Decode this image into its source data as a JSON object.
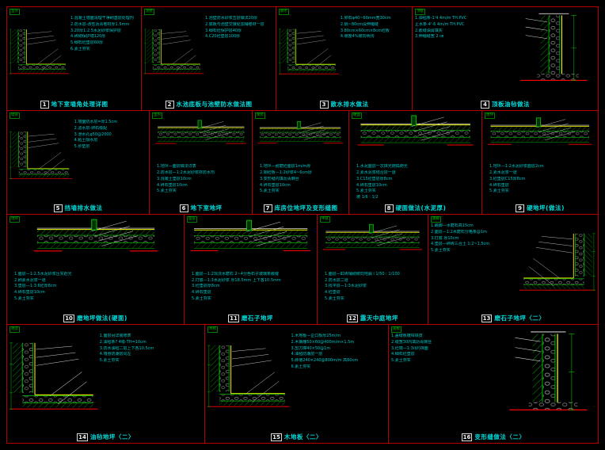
{
  "drawing": {
    "rows": [
      {
        "panels": [
          {
            "num": "1",
            "title": "地下室墙角处理详图",
            "tag": "室外",
            "notes": [
              "1.混凝土墙面清理干净刷基层处理剂",
              "2.防水层-改性沥青卷材厚1.5mm",
              "3.20厚1:2.5水泥砂浆保护层",
              "4.砖砌保护墙120厚",
              "5.细石砼垫层60厚",
              "6.素土夯实"
            ]
          },
          {
            "num": "2",
            "title": "水池底板与池壁防水做法图",
            "tag": "池壁",
            "notes": [
              "1.池壁防水砂浆五层做法20厚",
              "2.底板与池壁交接处加铺卷材一层",
              "3.细石砼保护层40厚",
              "4.C20砼垫层100厚"
            ]
          },
          {
            "num": "3",
            "title": "散水排水做法",
            "tag": "散水",
            "notes": [
              "1.卵石φ40~60mm宽30cm",
              "2.隔~80cm设伸缩缝",
              "3.80cm×60cm×8cm砼板",
              "4.坡度4%坡向明沟"
            ]
          },
          {
            "num": "4",
            "title": "顶板油毡做法",
            "tag": "顶板",
            "notes": [
              "1.油毡条-1'4  4m/m TH.PVC",
              "止水条-4'-6  4m/m TH.PVC",
              "2.嵌缝油膏填实",
              "3.伸缩缝宽 2 ㎝"
            ]
          }
        ]
      },
      {
        "panels": [
          {
            "num": "5",
            "title": "挡墙排水做法",
            "tag": "墙背",
            "notes": [
              "1.墙面防水层=厚1.5cm",
              "2.滤水层-卵石级配",
              "3.泄水孔φ50@2000",
              "4.粘土隔水层",
              "5.砂垫层"
            ]
          },
          {
            "num": "6",
            "title": "地下室地坪",
            "tag": "室内",
            "notes": [
              "1.地坪—面层做法详表",
              "2.防水层—1:2水泥砂浆掺防水剂",
              "3.混凝土垫层10cm",
              "4.碎石垫层10cm",
              "5.素土夯实"
            ]
          },
          {
            "num": "7",
            "title": "库房位地坪及变形缝图",
            "tag": "库房",
            "notes": [
              "1.地坪—耐磨砼面层1m/m厚",
              "2.钢砼板—1:2砂浆4~6cm厚",
              "3.变形缝内填沥青麻丝",
              "4.碎石垫层10cm",
              "5.素土夯实"
            ]
          },
          {
            "num": "8",
            "title": "硬面做法(水泥厚)",
            "tag": "硬面",
            "notes": [
              "1.水泥面层一次抹光随捣随光",
              "2.素水泥浆结合层一道",
              "3.C15砼垫层厚8cm",
              "4.碎石垫层10cm",
              "5.素土夯实",
              "坡 1/6 : 1/2"
            ]
          },
          {
            "num": "9",
            "title": "硬地坪(做法)",
            "tag": "地坪",
            "notes": [
              "1.地坪—1:2水泥砂浆面层2cm",
              "2.素水泥浆一道",
              "3.砼垫层C15厚8cm",
              "4.碎石垫层",
              "5.素土夯实"
            ]
          }
        ]
      },
      {
        "panels": [
          {
            "num": "10",
            "title": "磨地坪做法(硬面)",
            "tag": "地坪",
            "notes": [
              "1.面层—1:2.5水泥砂浆压实赶光",
              "2.刷素水泥浆一道",
              "3.垫层—1:3:6砼厚8cm",
              "4.碎石垫层10cm",
              "5.素土夯实"
            ]
          },
          {
            "num": "11",
            "title": "磨石子地坪",
            "tag": "面层",
            "notes": [
              "1.面层—1:2现浇水磨石 2~4分色石子玻璃条嵌缝",
              "2.打底—1:3水泥砂浆 厚18.5mm 上下各10.5mm",
              "3.砼垫层厚8cm",
              "4.碎石垫层",
              "5.素土夯实"
            ]
          },
          {
            "num": "12",
            "title": "露天中庭地坪",
            "tag": "中庭",
            "notes": [
              "1.面层—缸砖铺砌坡向地漏  i 1/50 : 1/100",
              "2.防水层二道",
              "3.找平层—1:3水泥砂浆",
              "4.砼垫层",
              "5.素土夯实"
            ]
          },
          {
            "num": "13",
            "title": "磨石子地坪〈二〉",
            "tag": "踢脚",
            "notes": [
              "1.踢脚—水磨石高15cm",
              "2.面层—1:2水磨石分格条@1m",
              "3.打底 厚10cm",
              "4.垫层—碎砖三合土 1:2~1.5cm",
              "5.素土夯实"
            ]
          }
        ]
      },
      {
        "panels": [
          {
            "num": "14",
            "title": "油毡地坪〈二〉",
            "tag": "地垄",
            "notes": [
              "1.面层另详装修表",
              "2.油毡条? 4级-TH=10cm",
              "3.防水油毡二层上下各10.5cm",
              "4.墙身防潮层同左",
              "5.素土夯实"
            ]
          },
          {
            "num": "15",
            "title": "木地板〈二〉",
            "tag": "木楞",
            "notes": [
              "1.木地板—企口板厚25m/m",
              "2.木搁栅50×60@400m/m×1.5m",
              "3.剪刀撑40×50@1m",
              "4.油毡防潮层一层",
              "5.砖墩240×240@800m/m 高60cm",
              "6.素土夯实"
            ]
          },
          {
            "num": "16",
            "title": "变形缝做法〈二〉",
            "tag": "盖板",
            "notes": [
              "1.盖缝板镀锌铁皮",
              "2.缝宽30内填沥青麻丝",
              "3.砼墙—1:3(砂)抹面",
              "4.细石砼垫层",
              "5.素土夯实"
            ]
          }
        ]
      }
    ]
  }
}
